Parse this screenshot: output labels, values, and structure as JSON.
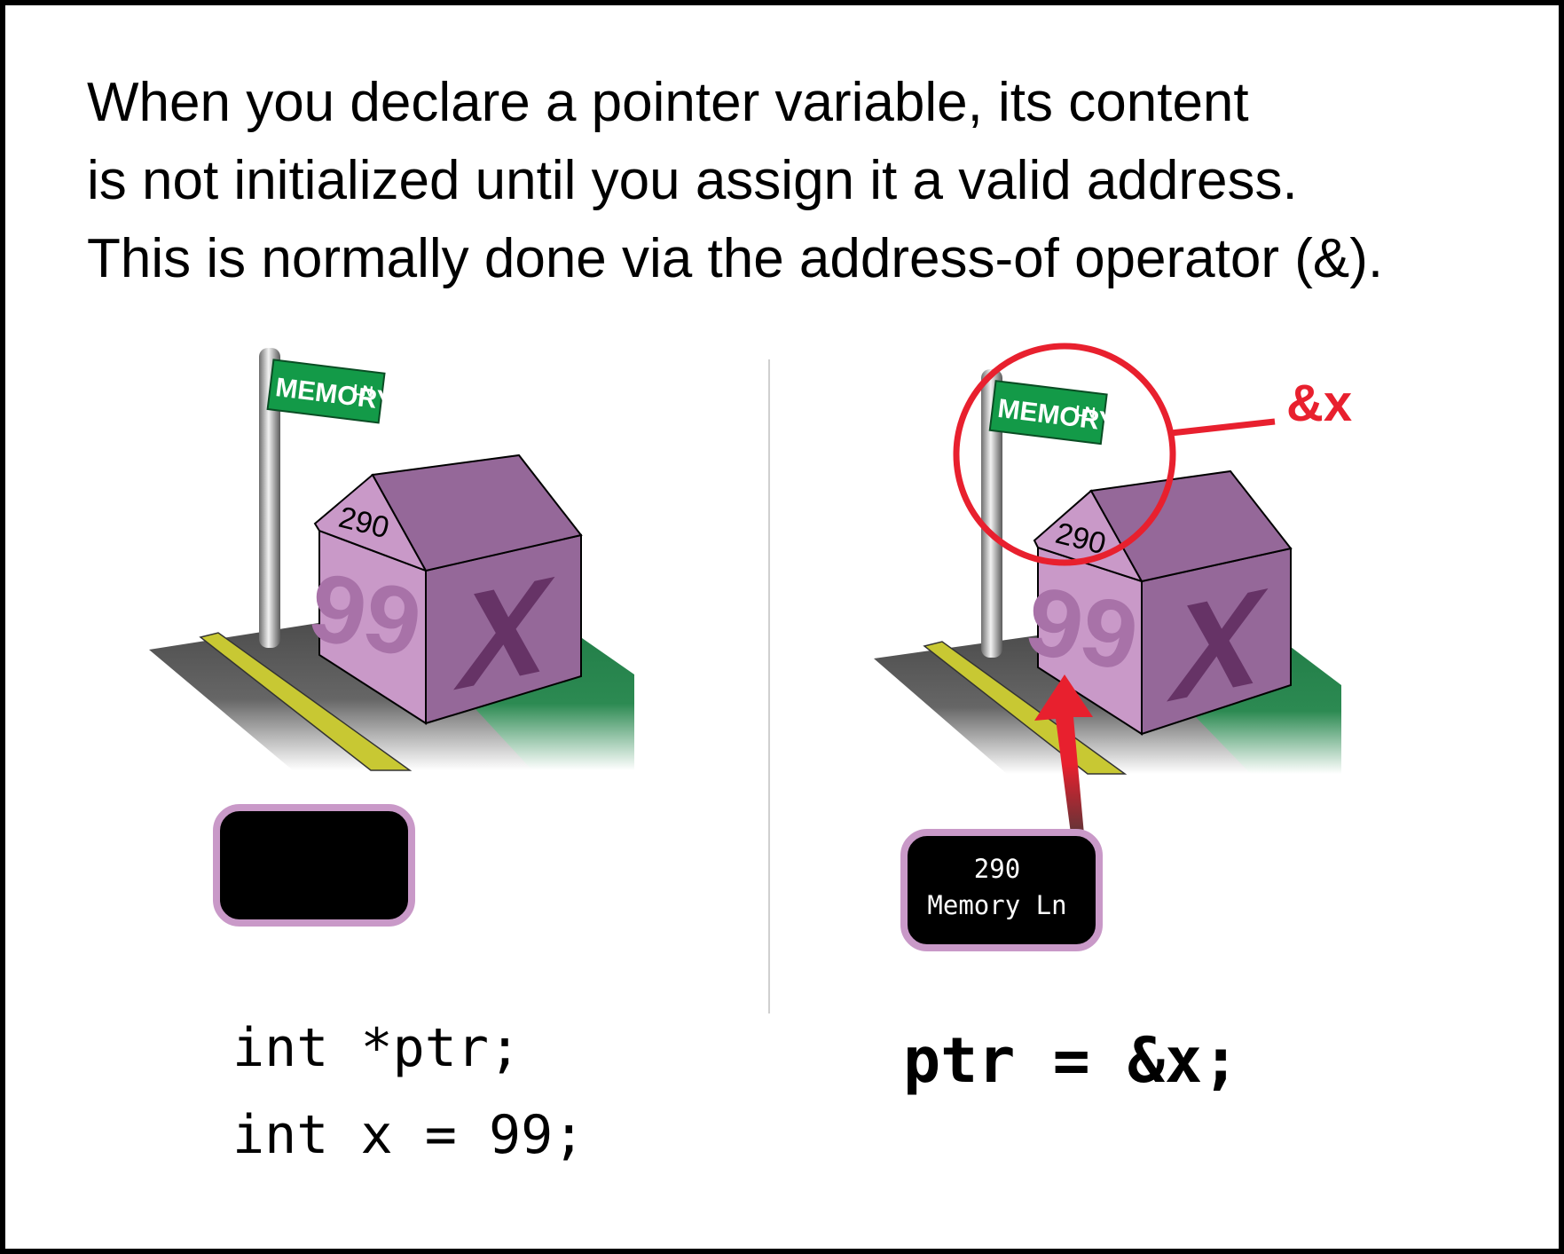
{
  "intro": {
    "lines": [
      "When you declare a pointer variable, its content",
      "is not initialized until you assign it a valid address.",
      "This is normally done via the address-of operator (&)."
    ]
  },
  "left_panel": {
    "street_sign": {
      "main": "MEMORY",
      "suffix": "LN"
    },
    "house_number": "290",
    "house_value": "99",
    "house_name": "X",
    "pointer_box_text": "",
    "code": [
      "int *ptr;",
      "int x = 99;"
    ]
  },
  "right_panel": {
    "street_sign": {
      "main": "MEMORY",
      "suffix": "LN"
    },
    "house_number": "290",
    "house_value": "99",
    "house_name": "X",
    "callout_label": "&x",
    "pointer_box_text": [
      "290",
      "Memory Ln"
    ],
    "code": "ptr = &x;"
  },
  "colors": {
    "house_front": "#c999c8",
    "house_side": "#956899",
    "house_ink": "#663366",
    "grass": "#1f7a45",
    "road": "#4a4a4a",
    "road_line": "#c8c833",
    "sign": "#139a48",
    "callout": "#e8202e",
    "box_border": "#c999c8"
  }
}
